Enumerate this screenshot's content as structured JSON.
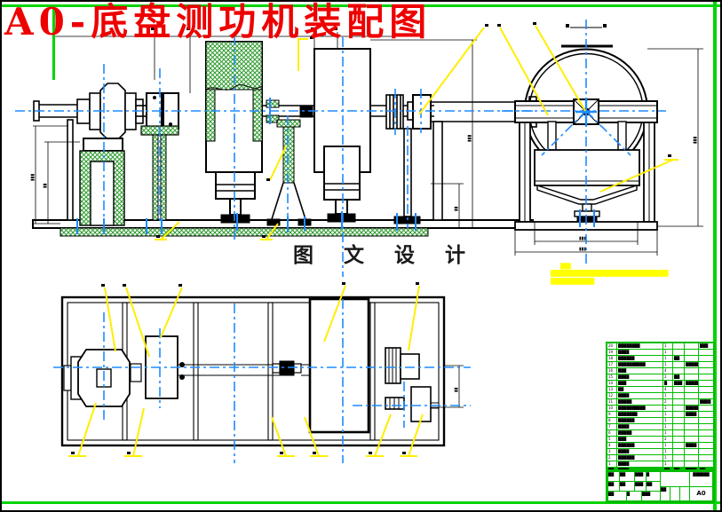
{
  "sheet": {
    "title": "A0-底盘测功机装配图",
    "watermark": "图 文 设 计",
    "format_hint": "A0"
  },
  "colors": {
    "title_red": "#ee0000",
    "centerline_blue": "#1e8bff",
    "hatch_green": "#2e9b2e",
    "frame_accent_green": "#00d400",
    "table_grid_green": "#00bb00",
    "leader_yellow": "#ffee00",
    "highlight_yellow": "#ffff00",
    "line_black": "#000000"
  },
  "note": {
    "mini_line": "███",
    "line1": "██████████████████████████████",
    "line2": "███████████"
  },
  "dims": {
    "front_left_1": "▮▮▮",
    "front_left_2": "▮▮",
    "front_right_1": "▮▮",
    "front_right_2": "▮▮▮",
    "side_right": "▮▮▮",
    "side_bottom_1": "▮▮▮",
    "side_bottom_2": "▮▮▮",
    "plan_right": "▮▮"
  },
  "parts_list": {
    "header": [
      "██",
      "████",
      "██",
      "██",
      "████",
      "██"
    ],
    "rows": [
      {
        "no": "20",
        "name": "████████",
        "qty": "1",
        "spec": "",
        "material": "",
        "note": "███"
      },
      {
        "no": "19",
        "name": "████",
        "qty": "1",
        "spec": "",
        "material": "",
        "note": ""
      },
      {
        "no": "18",
        "name": "██████",
        "qty": "1",
        "spec": "██",
        "material": "",
        "note": ""
      },
      {
        "no": "17",
        "name": "██████████",
        "qty": "1",
        "spec": "",
        "material": "█████",
        "note": ""
      },
      {
        "no": "16",
        "name": "███",
        "qty": "4",
        "spec": "",
        "material": "",
        "note": ""
      },
      {
        "no": "15",
        "name": "████",
        "qty": "2",
        "spec": "██",
        "material": "",
        "note": ""
      },
      {
        "no": "14",
        "name": "███",
        "qty": "█",
        "spec": "███",
        "material": "███████",
        "note": ""
      },
      {
        "no": "13",
        "name": "██",
        "qty": "4",
        "spec": "",
        "material": "",
        "note": ""
      },
      {
        "no": "12",
        "name": "████",
        "qty": "1",
        "spec": "",
        "material": "",
        "note": ""
      },
      {
        "no": "11",
        "name": "█████",
        "qty": "2",
        "spec": "",
        "material": "",
        "note": "████"
      },
      {
        "no": "10",
        "name": "██████████",
        "qty": "1",
        "spec": "",
        "material": "██████",
        "note": ""
      },
      {
        "no": "9",
        "name": "███████",
        "qty": "1",
        "spec": "",
        "material": "████",
        "note": ""
      },
      {
        "no": "8",
        "name": "██████",
        "qty": "1",
        "spec": "",
        "material": "",
        "note": ""
      },
      {
        "no": "7",
        "name": "████",
        "qty": "1",
        "spec": "",
        "material": "",
        "note": ""
      },
      {
        "no": "6",
        "name": "█████",
        "qty": "1",
        "spec": "",
        "material": "",
        "note": ""
      },
      {
        "no": "5",
        "name": "███",
        "qty": "2",
        "spec": "",
        "material": "",
        "note": ""
      },
      {
        "no": "4",
        "name": "██████",
        "qty": "1",
        "spec": "",
        "material": "████",
        "note": ""
      },
      {
        "no": "3",
        "name": "████",
        "qty": "1",
        "spec": "",
        "material": "",
        "note": ""
      },
      {
        "no": "2",
        "name": "██████",
        "qty": "1",
        "spec": "",
        "material": "",
        "note": ""
      },
      {
        "no": "1",
        "name": "████",
        "qty": "1",
        "spec": "",
        "material": "",
        "note": ""
      }
    ]
  },
  "title_block": {
    "sign": [
      "██",
      "███",
      "██",
      "███",
      "██",
      "███"
    ],
    "small": [
      "██",
      "█",
      "██",
      "██",
      "█",
      "██"
    ],
    "drawing_no": "██████",
    "sheet_size": "A0"
  }
}
